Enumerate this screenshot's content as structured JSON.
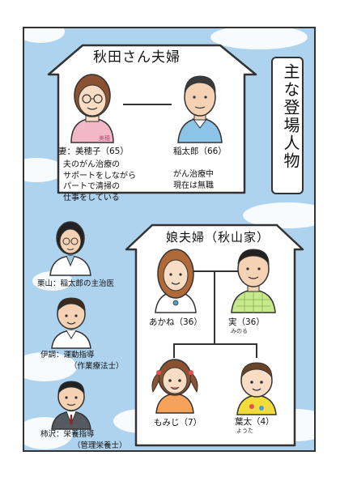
{
  "title": {
    "vertical": "主な登場人物"
  },
  "akita": {
    "header": "秋田さん夫婦",
    "mihoko": {
      "name": "妻：美穂子（65）",
      "note": "夫のがん治療の\nサポートをしながら\nパートで清掃の\n仕事をしている",
      "badge": "美穂"
    },
    "toutaro": {
      "name": "稲太郎（66）",
      "note": "がん治療中\n現在は無職"
    }
  },
  "akiyama": {
    "header": "娘夫婦（秋山家）",
    "akane": {
      "name": "あかね（36）"
    },
    "minoru": {
      "name": "実（36）",
      "ruby": "みのる"
    },
    "momiji": {
      "name": "もみじ（7）"
    },
    "youta": {
      "name": "葉太（4）",
      "ruby": "ようた"
    }
  },
  "staff": {
    "kuriyama": {
      "name": "栗山：稲太郎の主治医"
    },
    "ishirabe": {
      "name": "伊調：運動指導",
      "role": "（作業療法士）"
    },
    "kakizawa": {
      "name": "柿沢：栄養指導",
      "role": "（管理栄養士）"
    }
  },
  "colors": {
    "sky": "#aed3ee",
    "mihoko_shirt": "#f2b8c8",
    "toutaro_shirt": "#8cc4e8",
    "akane_shirt": "#ffffff",
    "minoru_shirt": "#c8e88c",
    "momiji_dress": "#f5a35a",
    "youta_shirt": "#f2dc3a",
    "staff_coat": "#ffffff",
    "kakizawa_suit": "#555a60"
  },
  "icons": [
    "woman-face-icon",
    "man-face-icon",
    "girl-face-icon",
    "boy-face-icon",
    "doctor-icon",
    "therapist-icon",
    "nutritionist-icon"
  ]
}
